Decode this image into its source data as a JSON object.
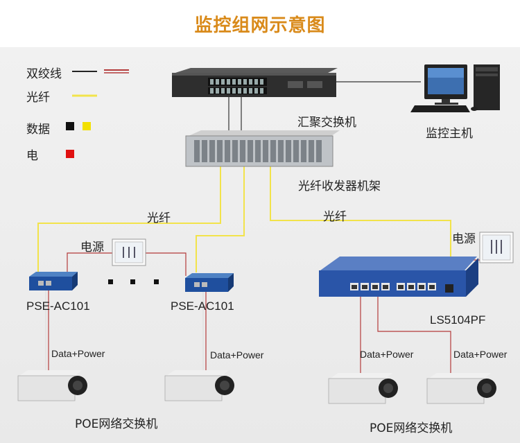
{
  "title": "监控组网示意图",
  "legend": {
    "twisted_pair": "双绞线",
    "fiber": "光纤",
    "data": "数据",
    "power": "电"
  },
  "labels": {
    "aggregation_switch": "汇聚交换机",
    "monitor_host": "监控主机",
    "fiber_rack": "光纤收发器机架",
    "fiber_left": "光纤",
    "fiber_right": "光纤",
    "power_left": "电源",
    "power_right": "电源",
    "pse_left": "PSE-AC101",
    "pse_right": "PSE-AC101",
    "ls_switch": "LS5104PF",
    "dp1": "Data+Power",
    "dp2": "Data+Power",
    "dp3": "Data+Power",
    "dp4": "Data+Power",
    "poe_left": "POE网络交换机",
    "poe_right": "POE网络交换机"
  },
  "colors": {
    "title": "#d98a1a",
    "twisted_pair_black": "#222222",
    "twisted_pair_red": "#b33a3a",
    "fiber": "#f2e34a",
    "data_black": "#111111",
    "data_yellow": "#f2e000",
    "power_red": "#e01010"
  }
}
